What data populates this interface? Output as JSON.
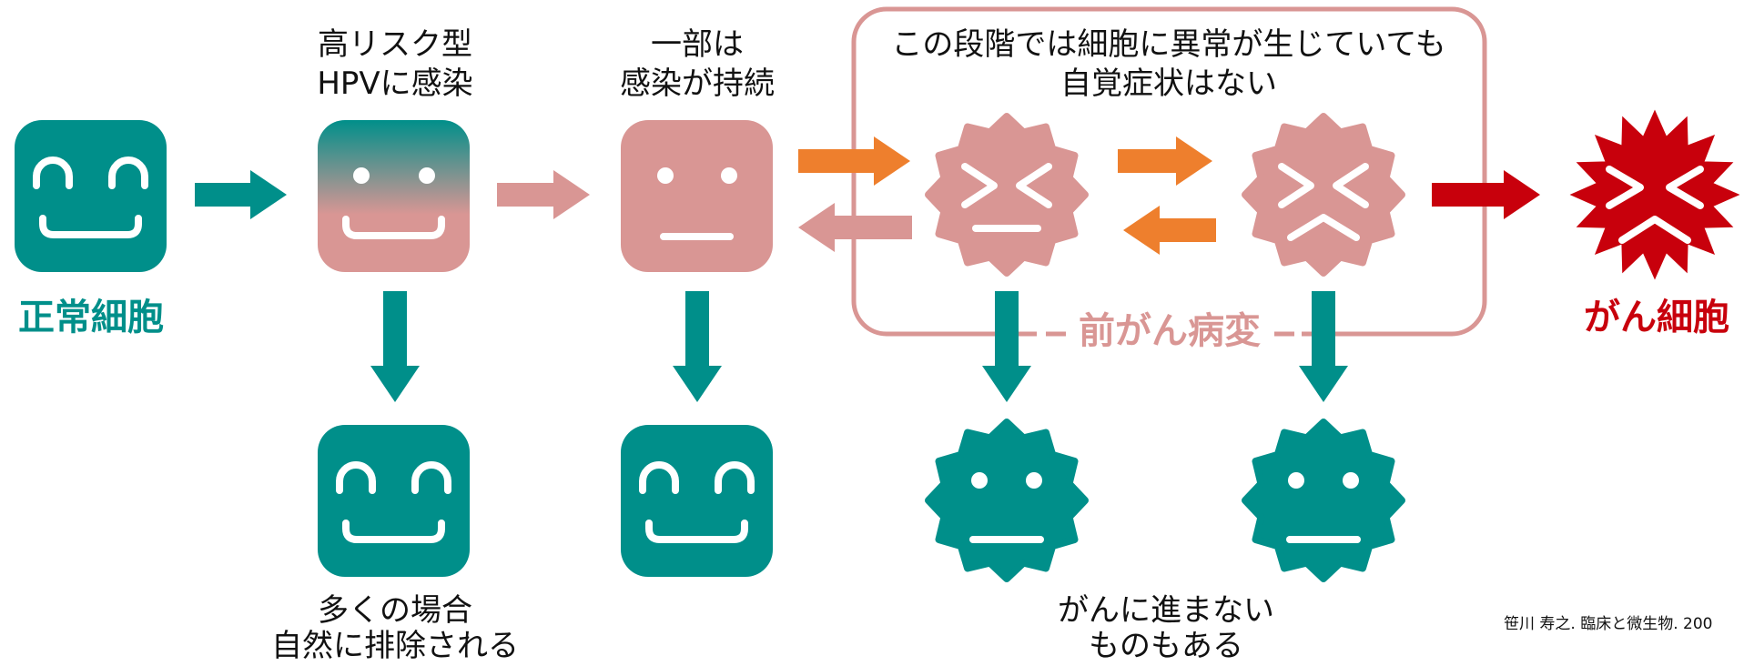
{
  "colors": {
    "teal": "#008f8a",
    "pink": "#d99694",
    "orange": "#ee7f2d",
    "red": "#c8000c"
  },
  "normal_cell": {
    "label": "正常細胞",
    "icon": "closed-eyes-smiling-face-icon"
  },
  "infection": {
    "caption": [
      "高リスク型",
      "HPVに感染"
    ],
    "icon": "dot-eyes-smiling-face-icon"
  },
  "persistence": {
    "caption": [
      "一部は",
      "感染が持続"
    ],
    "icon": "neutral-face-icon"
  },
  "precancerous_lesion": {
    "label": "前がん病変",
    "note": [
      "この段階では細胞に異常が生じていても",
      "自覚症状はない"
    ],
    "icons": [
      "squinting-flat-mouth-star-face-icon",
      "squinting-frowning-star-face-icon"
    ]
  },
  "cancer_cell": {
    "label": "がん細胞",
    "icon": "squinting-frowning-spiky-face-icon"
  },
  "outcomes": {
    "cleared": {
      "caption": [
        "多くの場合",
        "自然に排除される"
      ],
      "icon": "closed-eyes-smiling-face-icon"
    },
    "not_progressing": {
      "caption": [
        "がんに進まない",
        "ものもある"
      ],
      "icon": "neutral-star-face-icon"
    }
  },
  "citation": "笹川 寿之. 臨床と微生物. 200"
}
